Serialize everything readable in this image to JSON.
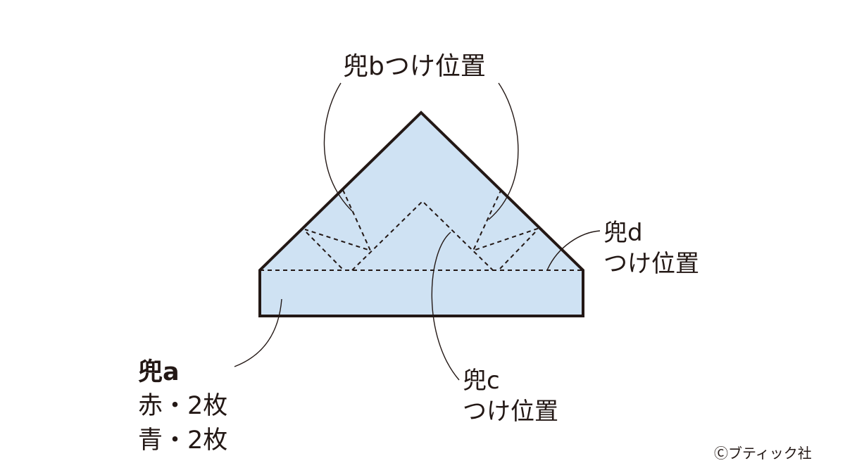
{
  "colors": {
    "fill": "#cfe2f3",
    "stroke": "#231815"
  },
  "labels": {
    "b_position": "兜bつけ位置",
    "d_name": "兜d",
    "d_position": "つけ位置",
    "c_name": "兜c",
    "c_position": "つけ位置",
    "a_name": "兜a",
    "a_red": "赤・2枚",
    "a_blue": "青・2枚"
  },
  "copyright": "Ⓒブティック社"
}
